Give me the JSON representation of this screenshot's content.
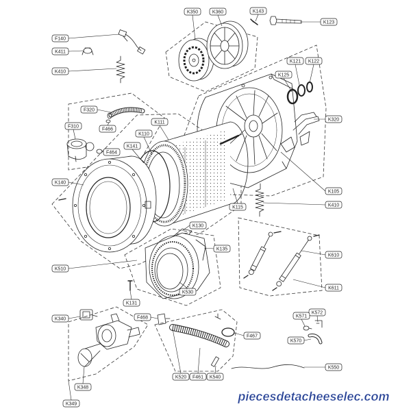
{
  "callouts": [
    "K350",
    "K360",
    "K143",
    "K123",
    "F140",
    "K411",
    "K410",
    "K121",
    "K122",
    "K125",
    "F320",
    "F310",
    "F466",
    "K111",
    "K110",
    "K141",
    "F464",
    "K320",
    "K140",
    "K105",
    "K410",
    "K115",
    "K130",
    "K135",
    "K610",
    "K510",
    "K611",
    "K530",
    "K131",
    "K340",
    "F468",
    "K572",
    "K571",
    "F467",
    "K570",
    "K550",
    "K520",
    "F461",
    "K540",
    "K348",
    "K349"
  ],
  "watermark": "piecesdetacheeselec.com",
  "colors": {
    "line": "#222222",
    "watermark": "#1f3a8f",
    "background": "#ffffff"
  }
}
